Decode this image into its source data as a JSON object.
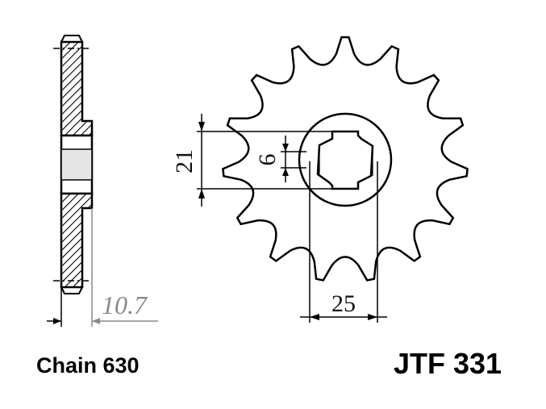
{
  "diagram": {
    "dimensions": {
      "spline_height": "21",
      "key_width": "6",
      "bore_diameter": "25",
      "hub_thickness": "10.7"
    },
    "chain_label": "Chain 630",
    "part_number": "JTF 331",
    "tooth_count": 15
  }
}
